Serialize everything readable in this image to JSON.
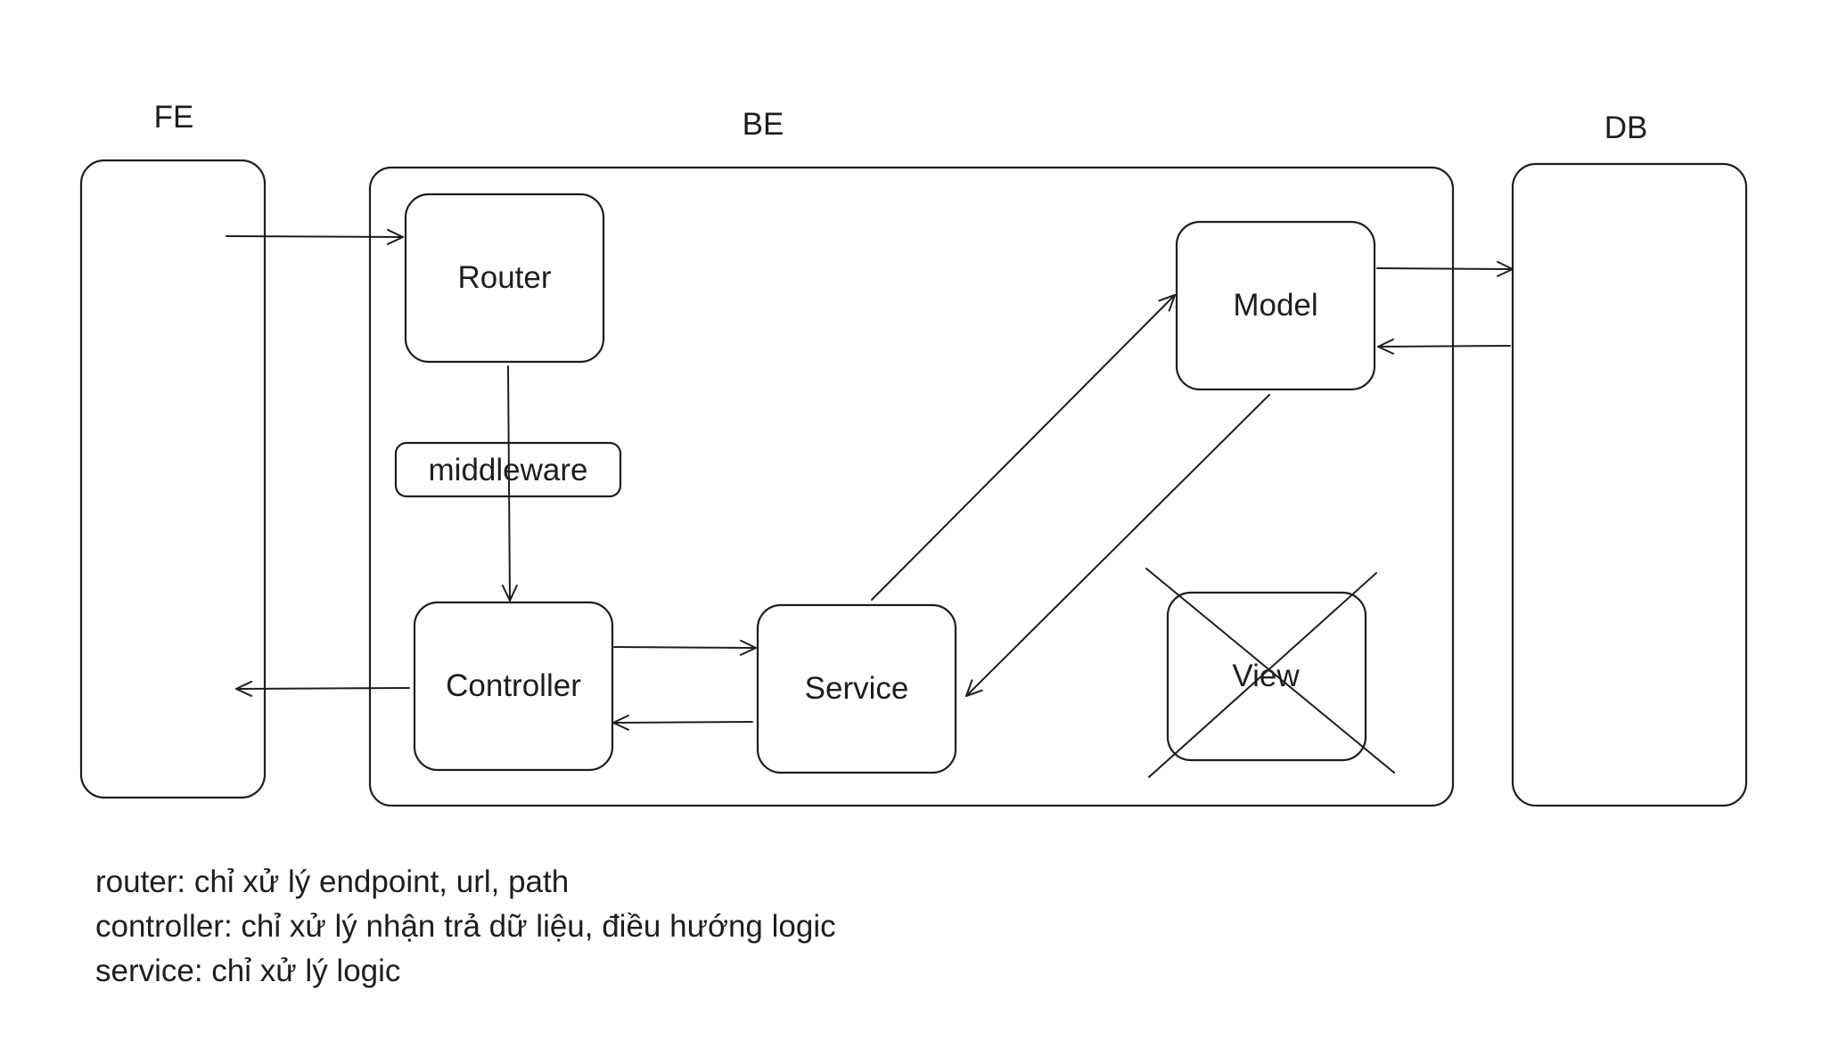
{
  "labels": {
    "fe": "FE",
    "be": "BE",
    "db": "DB"
  },
  "nodes": {
    "router": "Router",
    "middleware": "middleware",
    "controller": "Controller",
    "service": "Service",
    "model": "Model",
    "view": "View"
  },
  "notes": [
    "router: chỉ xử lý endpoint, url, path",
    "controller: chỉ xử lý nhận trả dữ liệu, điều hướng logic",
    "service: chỉ xử lý logic"
  ]
}
